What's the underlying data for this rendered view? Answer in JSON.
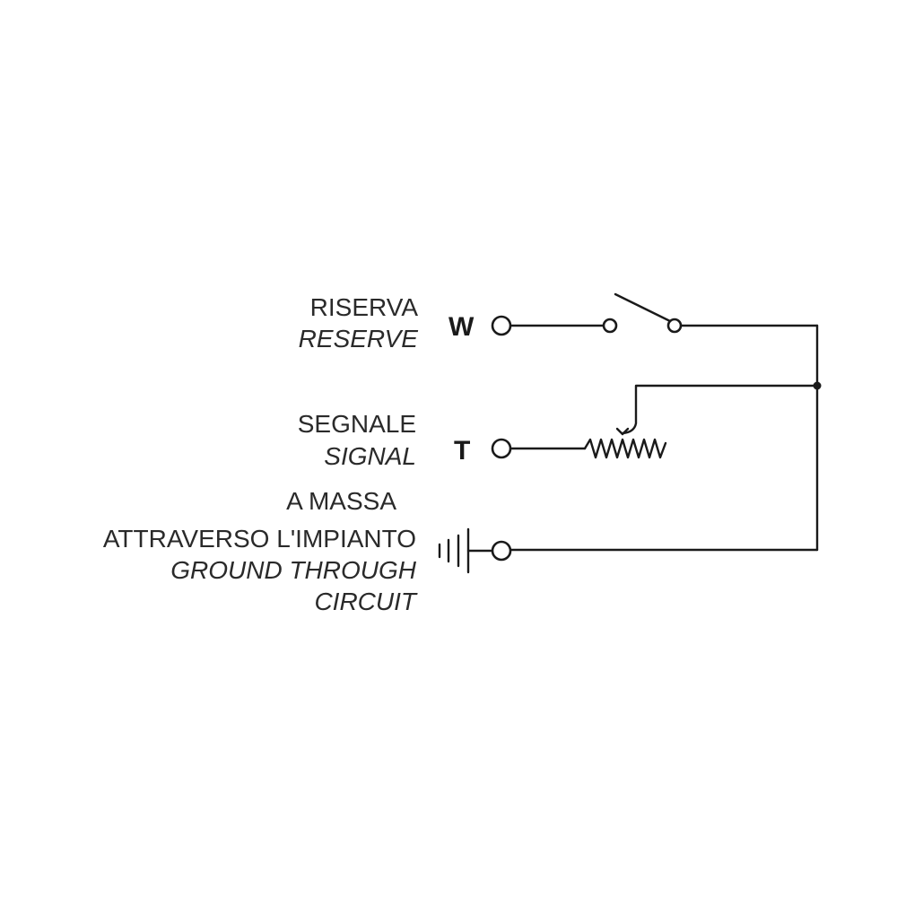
{
  "labels": {
    "reserve_it": "RISERVA",
    "reserve_en": "RESERVE",
    "signal_it": "SEGNALE",
    "signal_en": "SIGNAL",
    "ground_it_1": "A MASSA",
    "ground_it_2": "ATTRAVERSO L'IMPIANTO",
    "ground_en_1": "GROUND THROUGH",
    "ground_en_2": "CIRCUIT"
  },
  "terminals": {
    "reserve": "W",
    "signal": "T"
  },
  "icons": {
    "switch": "switch-icon",
    "resistor": "variable-resistor-icon",
    "ground": "ground-icon"
  },
  "colors": {
    "line": "#1a1a1a",
    "text": "#2a2a2a",
    "background": "#ffffff"
  }
}
